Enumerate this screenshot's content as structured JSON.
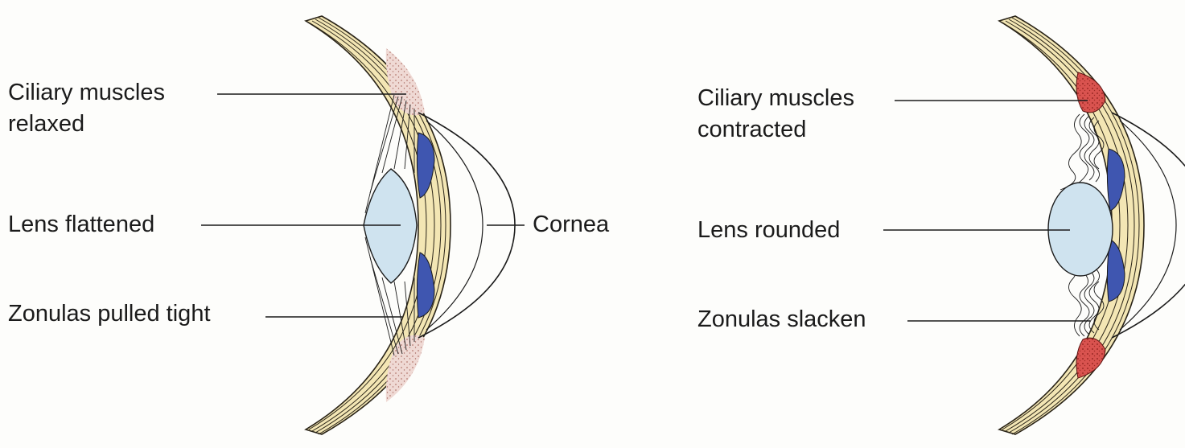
{
  "panels": {
    "relaxed": {
      "ciliary_line1": "Ciliary muscles",
      "ciliary_line2": "relaxed",
      "lens": "Lens flattened",
      "zonulas": "Zonulas pulled tight",
      "cornea": "Cornea"
    },
    "contracted": {
      "ciliary_line1": "Ciliary muscles",
      "ciliary_line2": "contracted",
      "lens": "Lens rounded",
      "zonulas": "Zonulas slacken"
    }
  },
  "colors": {
    "sclera_fill": "#f3e6b4",
    "sclera_lines": "#2a2418",
    "ciliary_relaxed": "#efd9d4",
    "ciliary_contracted": "#d9534f",
    "iris": "#3f56b0",
    "lens": "#cfe3ef",
    "line": "#1b1b1b"
  }
}
